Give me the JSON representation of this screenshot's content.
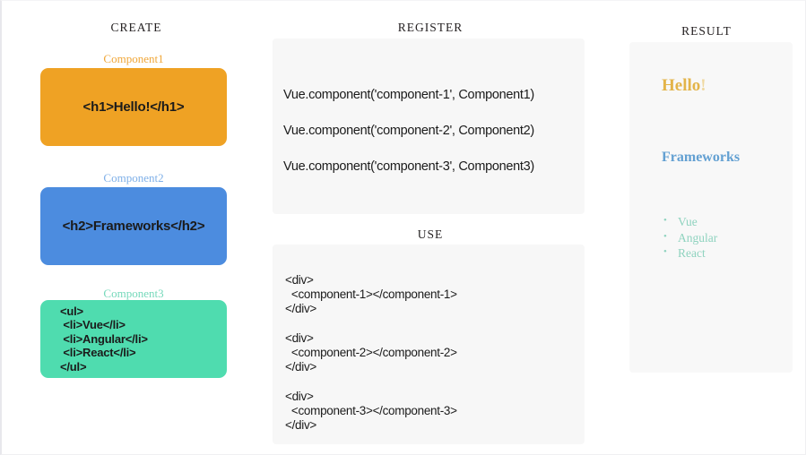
{
  "columns": {
    "create": {
      "title": "CREATE",
      "components": [
        {
          "label": "Component1",
          "code": "<h1>Hello!</h1>",
          "color": "#efa224",
          "label_color": "#f0a73a"
        },
        {
          "label": "Component2",
          "code": "<h2>Frameworks</h2>",
          "color": "#4c8cdf",
          "label_color": "#7fb0e8"
        },
        {
          "label": "Component3",
          "code": "<ul>\n <li>Vue</li>\n <li>Angular</li>\n <li>React</li>\n</ul>",
          "color": "#4fdcaf",
          "label_color": "#76d9bb"
        }
      ]
    },
    "register": {
      "title": "REGISTER",
      "lines": [
        "Vue.component('component-1', Component1)",
        "Vue.component('component-2', Component2)",
        "Vue.component('component-3', Component3)"
      ]
    },
    "use": {
      "title": "USE",
      "blocks": [
        "<div>\n  <component-1></component-1>\n</div>",
        "<div>\n  <component-2></component-2>\n</div>",
        "<div>\n  <component-3></component-3>\n</div>"
      ]
    },
    "result": {
      "title": "RESULT",
      "heading1": "Hello",
      "heading1_exclaim": "!",
      "heading2": "Frameworks",
      "list": [
        "Vue",
        "Angular",
        "React"
      ],
      "heading1_color": "#e3b449",
      "heading2_color": "#63a0d2",
      "list_color": "#8fd3bf"
    }
  }
}
